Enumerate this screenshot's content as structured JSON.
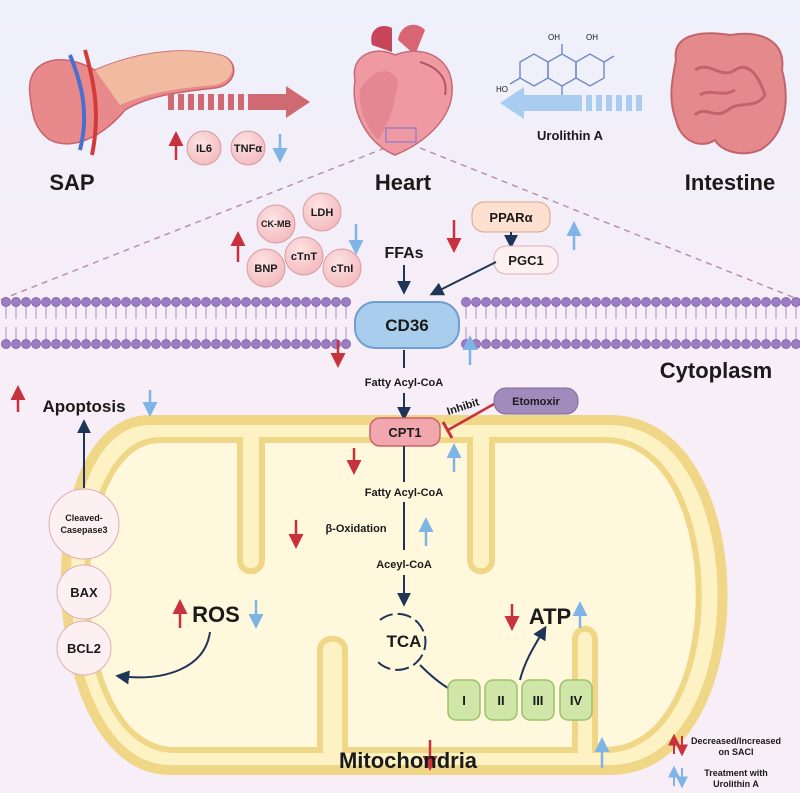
{
  "organs": {
    "sap": "SAP",
    "heart": "Heart",
    "intestine": "Intestine"
  },
  "drug": "Urolithin A",
  "cytokines": [
    "IL6",
    "TNFα"
  ],
  "markers": [
    "CK-MB",
    "LDH",
    "BNP",
    "cTnT",
    "cTnI"
  ],
  "ffas": "FFAs",
  "ppara": "PPARα",
  "pgc1": "PGC1",
  "cd36": "CD36",
  "cytoplasm": "Cytoplasm",
  "fatty_acyl_coa_1": "Fatty Acyl-CoA",
  "inhibit": "Inhibit",
  "etomoxir": "Etomoxir",
  "cpt1": "CPT1",
  "fatty_acyl_coa_2": "Fatty Acyl-CoA",
  "beta_oxidation": "β-Oxidation",
  "acetyl_coa": "Aceyl-CoA",
  "tca": "TCA",
  "complexes": [
    "I",
    "II",
    "III",
    "IV"
  ],
  "atp": "ATP",
  "ros": "ROS",
  "apoptosis": "Apoptosis",
  "cleaved_line1": "Cleaved-",
  "cleaved_line2": "Casepase3",
  "bax": "BAX",
  "bcl2": "BCL2",
  "mitochondria": "Mitochondria",
  "legend": {
    "line1_a": "Decreased/Increased",
    "line1_b": "on SACI",
    "line2_a": "Treatment with",
    "line2_b": "Urolithin A"
  },
  "colors": {
    "up_red": "#c8323c",
    "down_blue": "#7fb5e6",
    "navy": "#1e3557",
    "membrane": "#9c7cc4",
    "mito_fill": "#fdf2c4",
    "mito_stroke": "#f0d787",
    "pink_circle": "#f6c9cc",
    "cd36": "#a9cdec",
    "complex": "#cfe6a8"
  }
}
